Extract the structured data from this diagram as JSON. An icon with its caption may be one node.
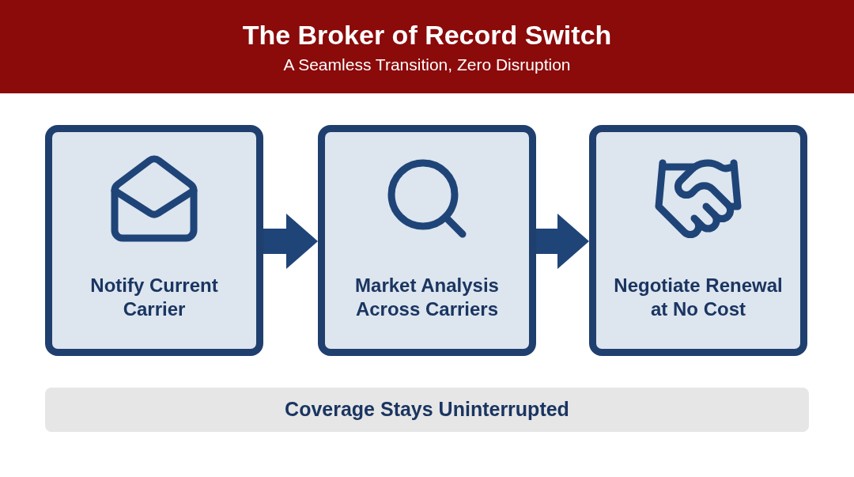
{
  "diagram": {
    "title": "The Broker of Record Switch",
    "nodes": [
      {
        "text": [
          "Notify Current Carrier"
        ]
      },
      {
        "text": [
          "Market Analysis Across Carriers"
        ]
      },
      {
        "text": [
          "Negotiate Renewal at No Cost"
        ]
      },
      {
        "text": [
          "Coverage Stays Uninterrupted"
        ]
      }
    ],
    "edges": [
      {
        "from": 0,
        "to": 1,
        "arrow": "to"
      },
      {
        "from": 1,
        "to": 2,
        "arrow": "to"
      }
    ],
    "labels": [
      "A Seamless Transition, Zero Disruption"
    ]
  }
}
